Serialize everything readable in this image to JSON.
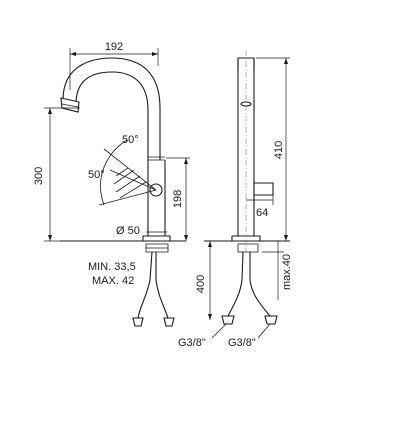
{
  "drawing": {
    "front_view": {
      "dim_spout_reach": "192",
      "dim_total_height": "300",
      "dim_lever_height": "198",
      "angle_upper": "50°",
      "angle_lower": "50°",
      "dim_base_diameter": "Ø 50",
      "deck_thickness_min": "MIN. 33,5",
      "deck_thickness_max": "MAX. 42"
    },
    "side_view": {
      "dim_height": "410",
      "dim_lever_depth": "64",
      "dim_hose_length": "400",
      "dim_deck_max": "max.40",
      "hose_thread_left": "G3/8\"",
      "hose_thread_right": "G3/8\""
    }
  }
}
